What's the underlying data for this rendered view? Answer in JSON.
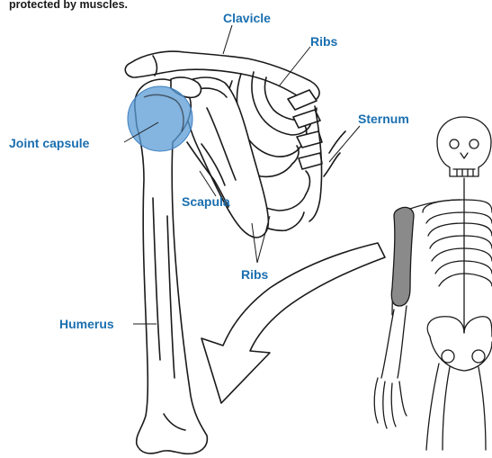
{
  "intro_text": "protected by muscles.",
  "colors": {
    "label": "#1a6fb0",
    "capsule_fill": "#5b9bd5",
    "bone_outline": "#1a1a1a",
    "arrow_fill": "#ffffff",
    "highlight_bone": "#8a8a8a"
  },
  "labels": {
    "clavicle": "Clavicle",
    "ribs_top": "Ribs",
    "sternum": "Sternum",
    "joint_capsule": "Joint capsule",
    "scapula": "Scapula",
    "ribs_bottom": "Ribs",
    "humerus": "Humerus"
  }
}
